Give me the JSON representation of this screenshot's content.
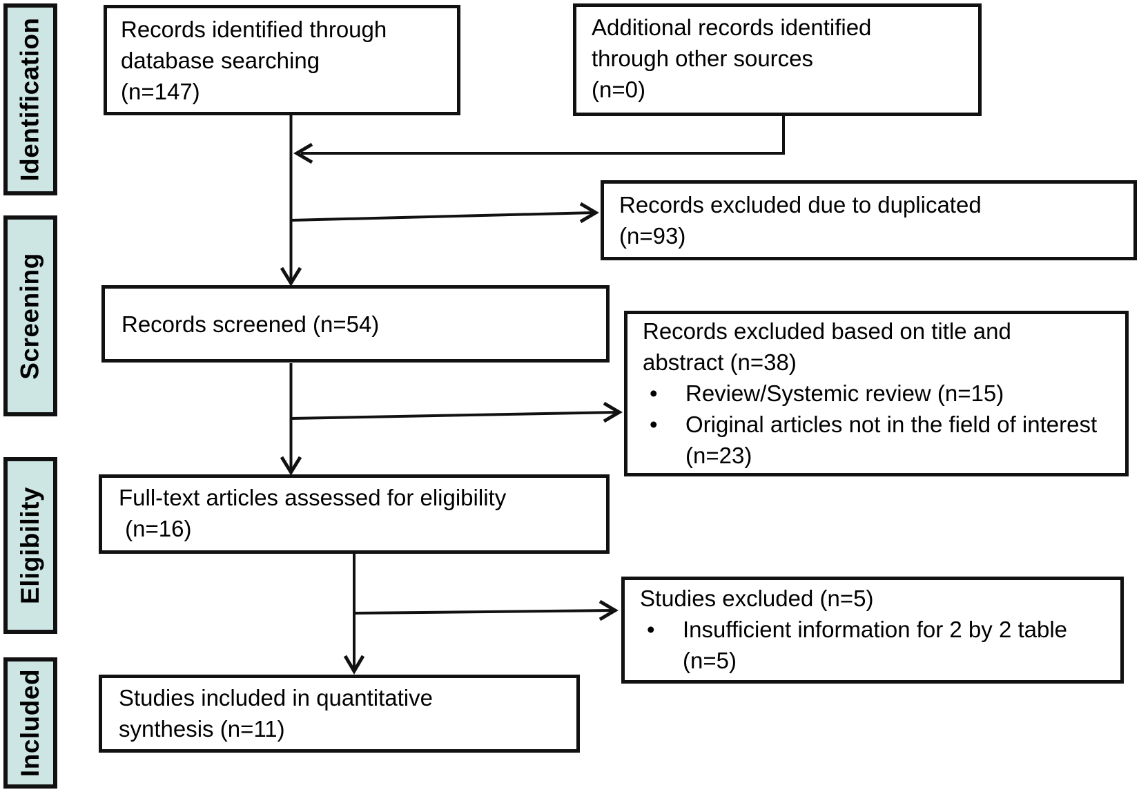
{
  "figure": {
    "type": "PRISMA flow diagram"
  },
  "colors": {
    "stage_fill": "#cde6e4",
    "line": "#111111",
    "box_bg": "#ffffff"
  },
  "stages": [
    {
      "id": "identification",
      "label": "Identification"
    },
    {
      "id": "screening",
      "label": "Screening"
    },
    {
      "id": "eligibility",
      "label": "Eligibility"
    },
    {
      "id": "included",
      "label": "Included"
    }
  ],
  "boxes": {
    "records_identified": {
      "lines": [
        "Records identified through",
        "database searching",
        "(n=147)"
      ]
    },
    "additional_records": {
      "lines": [
        "Additional records identified",
        "through other sources",
        "(n=0)"
      ]
    },
    "excluded_duplicated": {
      "lines": [
        "Records excluded due to duplicated",
        "(n=93)"
      ]
    },
    "records_screened": {
      "lines": [
        "Records screened (n=54)"
      ]
    },
    "excluded_title_abstract": {
      "title_lines": [
        "Records excluded based on title and",
        "abstract (n=38)"
      ],
      "bullet": "•",
      "items": [
        {
          "lines": [
            "Review/Systemic review (n=15)",
            ""
          ]
        },
        {
          "lines": [
            "Original articles not in the field of interest",
            "(n=23)"
          ]
        }
      ]
    },
    "fulltext_assessed": {
      "lines": [
        "Full-text articles assessed for eligibility",
        " (n=16)"
      ]
    },
    "studies_excluded": {
      "title_lines": [
        "Studies excluded (n=5)"
      ],
      "bullet": "•",
      "items": [
        {
          "lines": [
            "Insufficient information for 2 by 2 table",
            "(n=5)"
          ]
        }
      ]
    },
    "studies_included": {
      "lines": [
        "Studies included in quantitative",
        "synthesis (n=11)"
      ]
    }
  }
}
